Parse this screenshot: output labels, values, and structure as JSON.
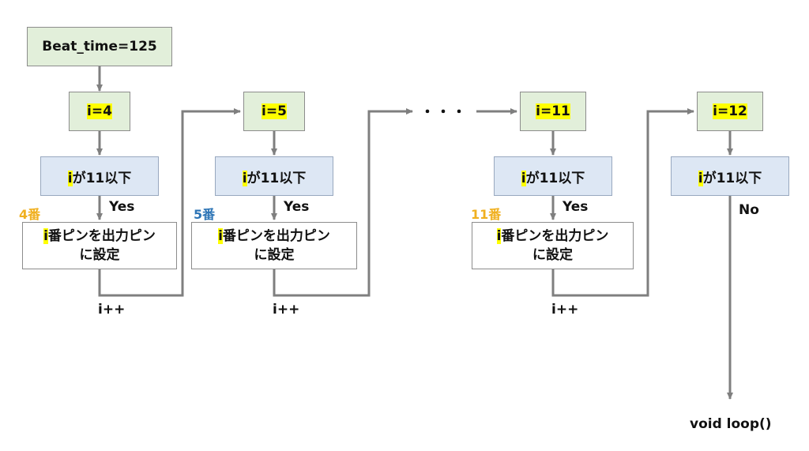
{
  "start": "Beat_time=125",
  "init": {
    "i": "i",
    "rest": "=4"
  },
  "loops": [
    {
      "assign_i": "i",
      "assign_rest": "=4",
      "cond_i": "i",
      "cond_rest": "が11以下",
      "pin": "4番",
      "pin_color": "#f0b020",
      "yes": "Yes",
      "act1_i": "i",
      "act1_rest": "番ピンを出力ピン",
      "act2": "に設定",
      "inc": "i++"
    },
    {
      "assign_i": "i",
      "assign_rest": "=5",
      "cond_i": "i",
      "cond_rest": "が11以下",
      "pin": "5番",
      "pin_color": "#2e75b6",
      "yes": "Yes",
      "act1_i": "i",
      "act1_rest": "番ピンを出力ピン",
      "act2": "に設定",
      "inc": "i++"
    },
    {
      "assign_i": "i",
      "assign_rest": "=11",
      "cond_i": "i",
      "cond_rest": "が11以下",
      "pin": "11番",
      "pin_color": "#f0b020",
      "yes": "Yes",
      "act1_i": "i",
      "act1_rest": "番ピンを出力ピン",
      "act2": "に設定",
      "inc": "i++"
    }
  ],
  "final": {
    "assign_i": "i",
    "assign_rest": "=12",
    "cond_i": "i",
    "cond_rest": "が11以下",
    "no": "No"
  },
  "ellipsis": "・・・",
  "end": "void loop()",
  "colors": {
    "line": "#7f7f7f",
    "green_box": "#e2efda",
    "blue_box": "#dde7f4",
    "highlight": "#ffff00"
  }
}
